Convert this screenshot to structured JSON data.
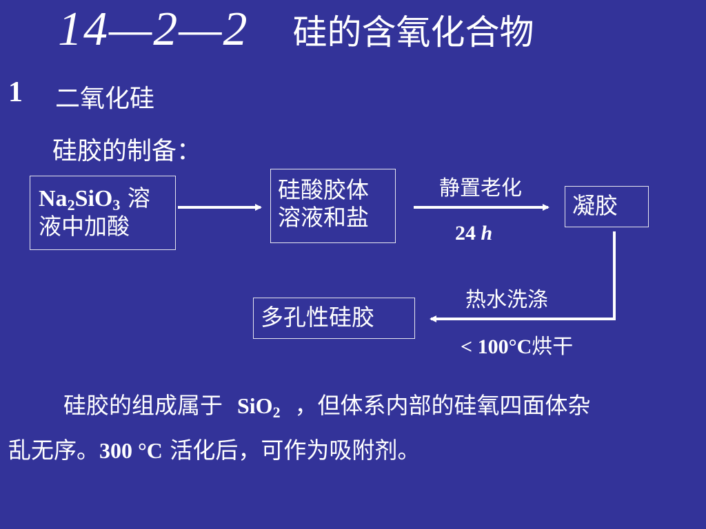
{
  "title": {
    "number": "14—2—2",
    "text": "硅的含氧化合物"
  },
  "section": {
    "number": "1",
    "title": "二氧化硅"
  },
  "subheading": "硅胶的制备：",
  "flow": {
    "box1": {
      "formula_na": "Na",
      "formula_sub1": "2",
      "formula_sio": "SiO",
      "formula_sub2": "3",
      "line1_rest": "溶",
      "line2": "液中加酸"
    },
    "box2": {
      "line1": "硅酸胶体",
      "line2": "溶液和盐"
    },
    "box3": {
      "text": "凝胶"
    },
    "box4": {
      "text": "多孔性硅胶"
    },
    "step2": {
      "above": "静置老化",
      "below_num": "24",
      "below_unit": "h"
    },
    "step3": {
      "above": "热水洗涤",
      "below_num": "< 100°C",
      "below_rest": "烘干"
    }
  },
  "paragraph": {
    "line1_pre": "硅胶的组成属于",
    "formula": "SiO",
    "formula_sub": "2",
    "line1_post": "，但体系内部的硅氧四面体杂",
    "line2_pre": "乱无序。",
    "line2_temp": "300 °C",
    "line2_post": "活化后，可作为吸附剂。"
  }
}
